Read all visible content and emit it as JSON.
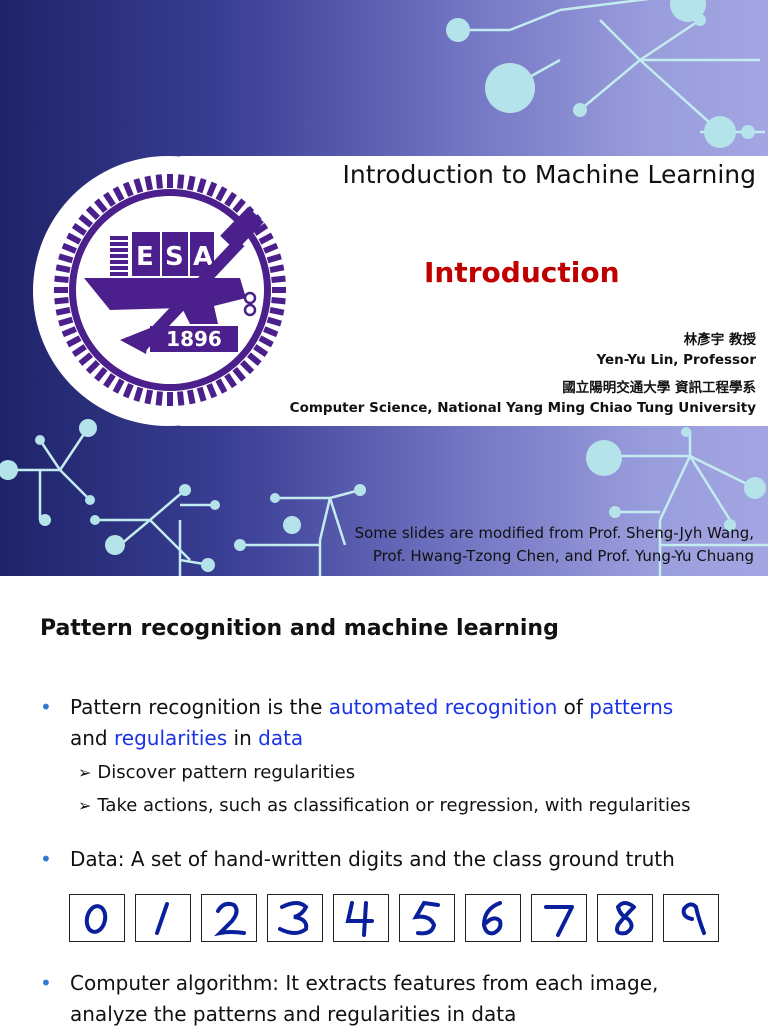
{
  "slide1": {
    "course_title": "Introduction to Machine Learning",
    "lecture_title": "Introduction",
    "author_cn": "林彥宇 教授",
    "author_en": "Yen-Yu Lin, Professor",
    "affiliation_cn": "國立陽明交通大學 資訊工程學系",
    "affiliation_en": "Computer Science, National Yang Ming Chiao Tung University",
    "credit_line_1": "Some slides are modified from Prof. Sheng-Jyh Wang,",
    "credit_line_2": "Prof. Hwang-Tzong Chen, and Prof. Yung-Yu Chuang",
    "logo": {
      "year": "1896",
      "letters": [
        "E",
        "S",
        "A"
      ],
      "icon": "university-seal-icon"
    }
  },
  "slide2": {
    "heading": "Pattern recognition and machine learning",
    "bullet1": {
      "p1": "Pattern recognition is the ",
      "h1": "automated recognition",
      "p2": " of ",
      "h2": "patterns",
      "p3": "and ",
      "h3": "regularities",
      "p4": " in ",
      "h4": "data"
    },
    "sub1": "Discover pattern regularities",
    "sub2": "Take actions, such as classification or regression, with regularities",
    "bullet2": "Data: A set of hand-written digits and the class ground truth",
    "digits": [
      "0",
      "1",
      "2",
      "3",
      "4",
      "5",
      "6",
      "7",
      "8",
      "9"
    ],
    "bullet3_line1": "Computer algorithm: It extracts features from each image,",
    "bullet3_line2": "analyze the patterns and regularities in data"
  },
  "colors": {
    "title_red": "#c00000",
    "highlight_blue": "#1a32e8",
    "bullet_blue": "#2e7bd1",
    "logo_purple": "#4b1f8c",
    "background_navy": "#1e2369",
    "node_cyan": "#b5e3ea"
  }
}
